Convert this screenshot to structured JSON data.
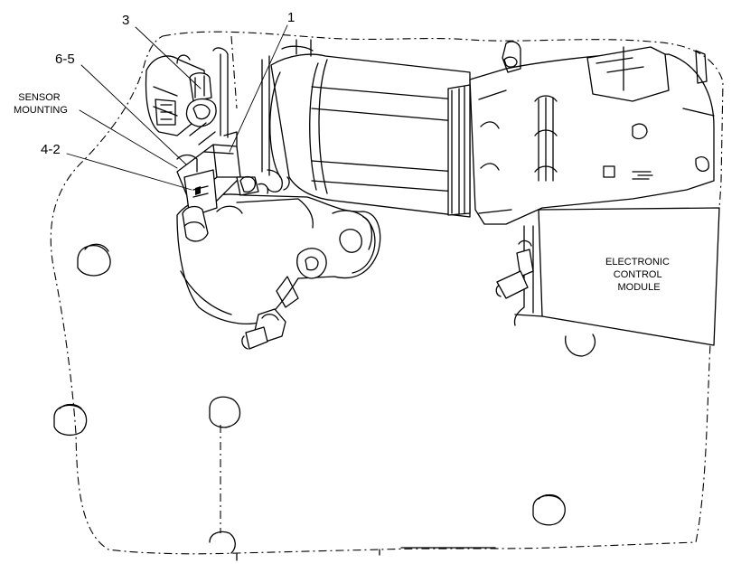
{
  "callouts": {
    "c1": "1",
    "c3": "3",
    "c65": "6-5",
    "c42": "4-2"
  },
  "labels": {
    "sensor_mounting": [
      "SENSOR",
      "MOUNTING"
    ],
    "ecm": [
      "ELECTRONIC",
      "CONTROL",
      "MODULE"
    ]
  },
  "colors": {
    "line": "#000000",
    "background": "#ffffff"
  }
}
